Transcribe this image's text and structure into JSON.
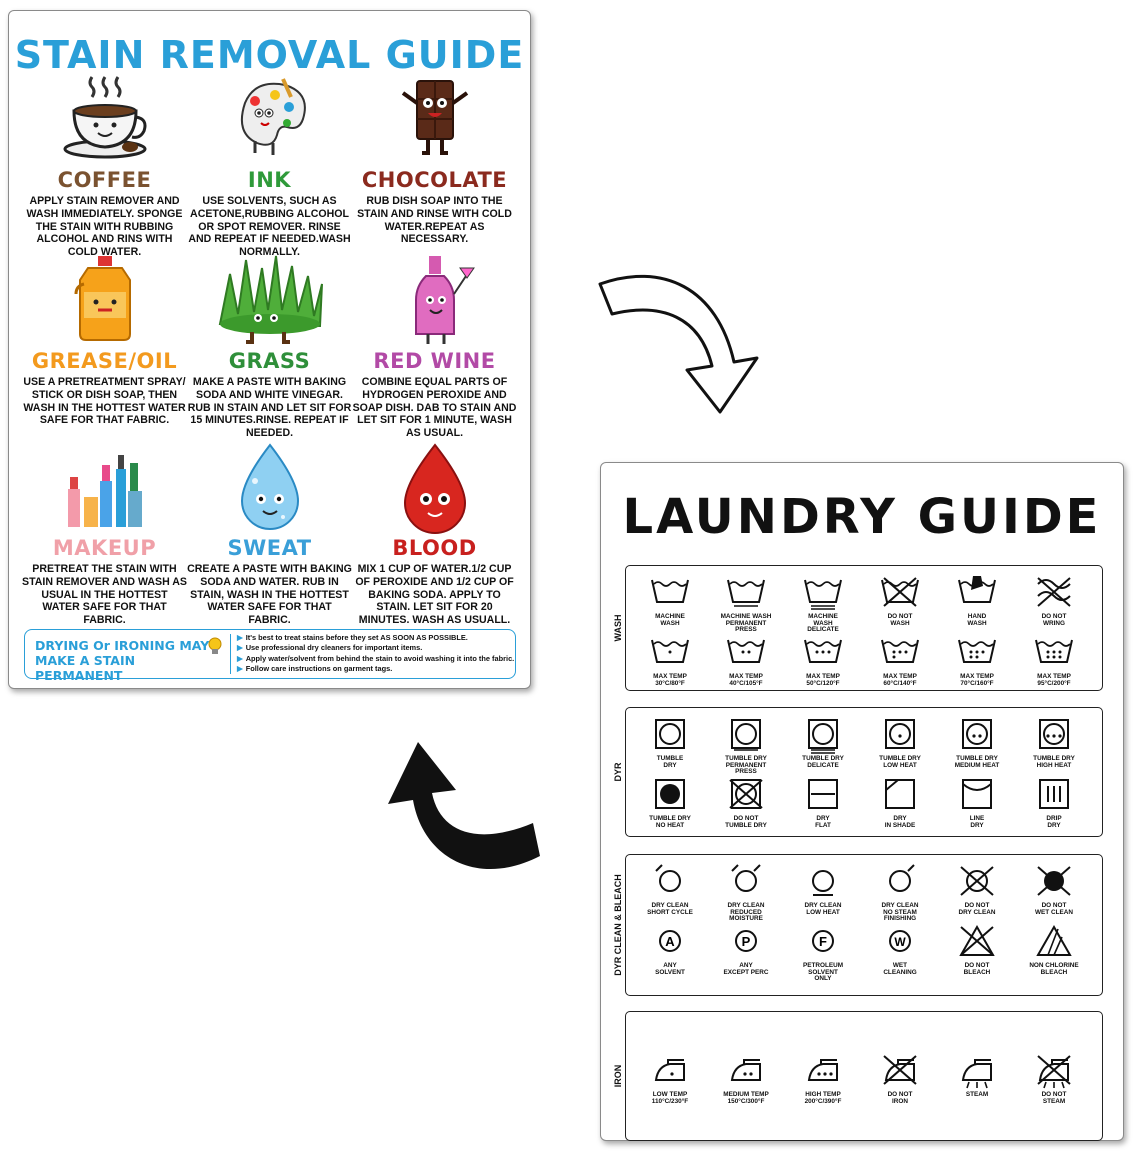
{
  "stain_guide": {
    "title": "STAIN REMOVAL GUIDE",
    "items": [
      {
        "name": "COFFEE",
        "color": "#7a5230",
        "desc": "APPLY STAIN REMOVER AND WASH IMMEDIATELY. SPONGE THE STAIN WITH RUBBING ALCOHOL AND RINS WITH COLD WATER."
      },
      {
        "name": "INK",
        "color": "#2f9a3a",
        "desc": "USE SOLVENTS, SUCH AS ACETONE,RUBBING ALCOHOL OR SPOT REMOVER. RINSE AND REPEAT IF NEEDED.WASH NORMALLY."
      },
      {
        "name": "CHOCOLATE",
        "color": "#8b2a1e",
        "desc": "RUB DISH SOAP INTO THE STAIN AND RINSE WITH COLD WATER.REPEAT AS NECESSARY."
      },
      {
        "name": "GREASE/OIL",
        "color": "#f39a1e",
        "desc": "USE A PRETREATMENT SPRAY/ STICK OR DISH SOAP, THEN WASH IN THE HOTTEST WATER SAFE FOR THAT FABRIC."
      },
      {
        "name": "GRASS",
        "color": "#2f8f3a",
        "desc": "MAKE A PASTE WITH BAKING SODA AND WHITE VINEGAR. RUB IN STAIN AND LET SIT FOR 15 MINUTES.RINSE. REPEAT IF NEEDED."
      },
      {
        "name": "RED WINE",
        "color": "#b24aa6",
        "desc": "COMBINE EQUAL PARTS OF HYDROGEN PEROXIDE AND SOAP DISH. DAB TO STAIN AND LET SIT FOR 1 MINUTE, WASH AS USUAL."
      },
      {
        "name": "MAKEUP",
        "color": "#f0a0a8",
        "desc": "PRETREAT THE STAIN WITH STAIN REMOVER AND WASH AS USUAL IN THE HOTTEST WATER SAFE FOR THAT FABRIC."
      },
      {
        "name": "SWEAT",
        "color": "#3a9fd8",
        "desc": "CREATE A PASTE WITH BAKING SODA AND WATER. RUB IN STAIN, WASH IN THE HOTTEST WATER SAFE FOR THAT FABRIC."
      },
      {
        "name": "BLOOD",
        "color": "#c8201e",
        "desc": "MIX 1 CUP OF WATER.1/2 CUP OF PEROXIDE AND 1/2 CUP OF BAKING SODA. APPLY TO STAIN. LET SIT FOR 20 MINUTES. WASH AS USUALL."
      }
    ],
    "note": {
      "headline_1": "DRYING Or IRONING MAY",
      "headline_2": "MAKE A STAIN PERMANENT",
      "tips": [
        "It's best to treat stains before they set AS SOON AS POSSIBLE.",
        "Use professional dry cleaners for important items.",
        "Apply water/solvent from behind the stain to avoid washing it into the fabric.",
        "Follow care instructions on garment tags."
      ]
    }
  },
  "laundry_guide": {
    "title": "LAUNDRY GUIDE",
    "sections": [
      {
        "label": "WASH",
        "rows": [
          [
            [
              "MACHINE",
              "WASH"
            ],
            [
              "MACHINE WASH",
              "PERMANENT",
              "PRESS"
            ],
            [
              "MACHINE",
              "WASH",
              "DELICATE"
            ],
            [
              "DO NOT",
              "WASH"
            ],
            [
              "HAND",
              "WASH"
            ],
            [
              "DO NOT",
              "WRING"
            ]
          ],
          [
            [
              "MAX TEMP",
              "30°C/80°F"
            ],
            [
              "MAX TEMP",
              "40°C/105°F"
            ],
            [
              "MAX TEMP",
              "50°C/120°F"
            ],
            [
              "MAX TEMP",
              "60°C/140°F"
            ],
            [
              "MAX TEMP",
              "70°C/160°F"
            ],
            [
              "MAX TEMP",
              "95°C/200°F"
            ]
          ]
        ]
      },
      {
        "label": "DYR",
        "rows": [
          [
            [
              "TUMBLE",
              "DRY"
            ],
            [
              "TUMBLE DRY",
              "PERMANENT",
              "PRESS"
            ],
            [
              "TUMBLE DRY",
              "DELICATE"
            ],
            [
              "TUMBLE DRY",
              "LOW HEAT"
            ],
            [
              "TUMBLE DRY",
              "MEDIUM HEAT"
            ],
            [
              "TUMBLE DRY",
              "HIGH HEAT"
            ]
          ],
          [
            [
              "TUMBLE DRY",
              "NO HEAT"
            ],
            [
              "DO NOT",
              "TUMBLE DRY"
            ],
            [
              "DRY",
              "FLAT"
            ],
            [
              "DRY",
              "IN SHADE"
            ],
            [
              "LINE",
              "DRY"
            ],
            [
              "DRIP",
              "DRY"
            ]
          ]
        ]
      },
      {
        "label": "DYR CLEAN & BLEACH",
        "rows": [
          [
            [
              "DRY CLEAN",
              "SHORT CYCLE"
            ],
            [
              "DRY CLEAN",
              "REDUCED",
              "MOISTURE"
            ],
            [
              "DRY CLEAN",
              "LOW HEAT"
            ],
            [
              "DRY CLEAN",
              "NO STEAM",
              "FINISHING"
            ],
            [
              "DO NOT",
              "DRY CLEAN"
            ],
            [
              "DO NOT",
              "WET CLEAN"
            ]
          ],
          [
            [
              "ANY",
              "SOLVENT"
            ],
            [
              "ANY",
              "EXCEPT PERC"
            ],
            [
              "PETROLEUM",
              "SOLVENT",
              "ONLY"
            ],
            [
              "WET",
              "CLEANING"
            ],
            [
              "DO NOT",
              "BLEACH"
            ],
            [
              "NON CHLORINE",
              "BLEACH"
            ]
          ]
        ]
      },
      {
        "label": "IRON",
        "rows": [
          [
            [
              "LOW TEMP",
              "110°C/230°F"
            ],
            [
              "MEDIUM TEMP",
              "150°C/300°F"
            ],
            [
              "HIGH TEMP",
              "200°C/390°F"
            ],
            [
              "DO NOT",
              "IRON"
            ],
            [
              "STEAM"
            ],
            [
              "DO NOT",
              "STEAM"
            ]
          ]
        ]
      }
    ]
  },
  "colors": {
    "accent": "#2a9fd8",
    "ink": "#111111"
  },
  "icons": [
    "coffee-cup-icon",
    "ink-palette-icon",
    "chocolate-bar-icon",
    "oil-bottle-icon",
    "grass-icon",
    "wine-bottle-icon",
    "makeup-icon",
    "sweat-drop-icon",
    "blood-drop-icon",
    "curved-arrow-down-icon",
    "curved-arrow-up-icon"
  ]
}
